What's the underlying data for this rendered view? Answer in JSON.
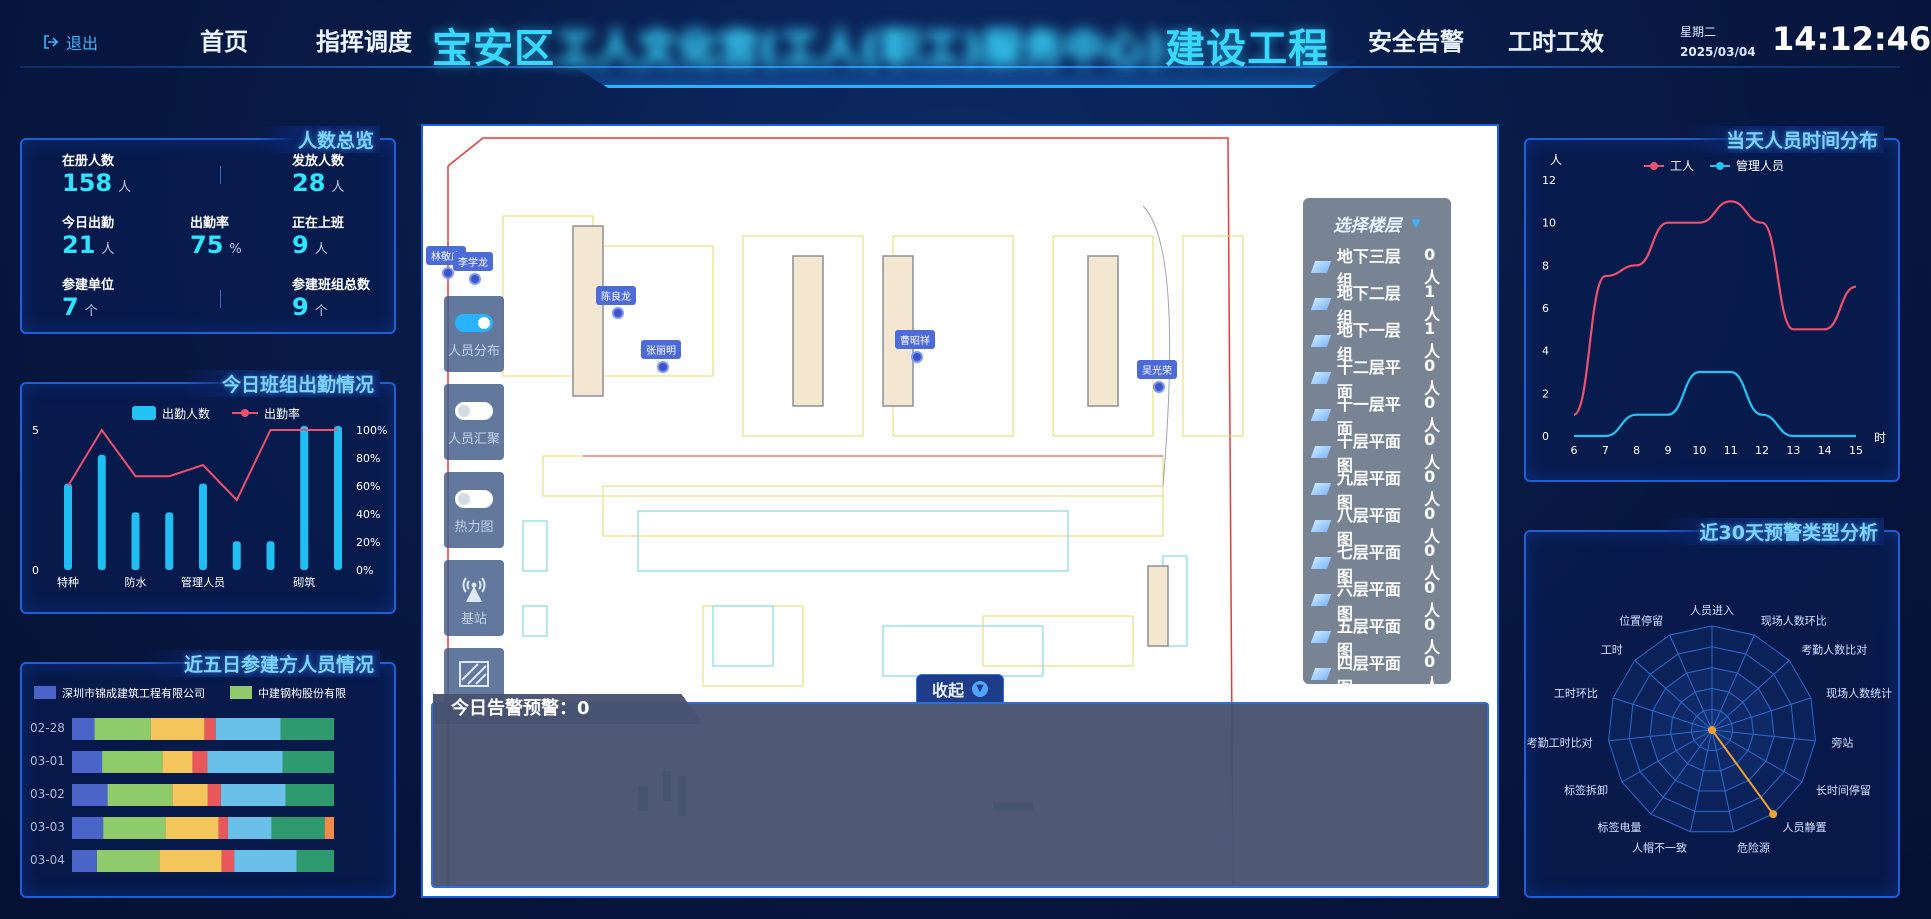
{
  "header": {
    "logout": "退出",
    "nav_left": [
      "首页",
      "指挥调度"
    ],
    "title_start": "宝安区",
    "title_blurred": "工人文化宫(工人(职工)服务中心)",
    "title_end": "建设工程",
    "nav_right": [
      "安全告警",
      "工时工效"
    ],
    "weekday": "星期二",
    "date": "2025/03/04",
    "time": "14:12:46"
  },
  "people_overview": {
    "title": "人数总览",
    "items": [
      {
        "label": "在册人数",
        "value": "158",
        "unit": "人"
      },
      {
        "label": "发放人数",
        "value": "28",
        "unit": "人"
      },
      {
        "label": "今日出勤",
        "value": "21",
        "unit": "人"
      },
      {
        "label": "出勤率",
        "value": "75",
        "unit": "%"
      },
      {
        "label": "正在上班",
        "value": "9",
        "unit": "人"
      },
      {
        "label": "参建单位",
        "value": "7",
        "unit": "个"
      },
      {
        "label": "参建班组总数",
        "value": "9",
        "unit": "个"
      }
    ]
  },
  "team_attendance": {
    "title": "今日班组出勤情况",
    "chart_data": {
      "type": "bar",
      "legend": [
        "出勤人数",
        "出勤率"
      ],
      "categories": [
        "特种",
        "",
        "防水",
        "",
        "管理人员",
        "",
        "",
        "砌筑",
        ""
      ],
      "series": [
        {
          "name": "出勤人数",
          "values": [
            3,
            4,
            2,
            2,
            3,
            1,
            1,
            5,
            5
          ]
        },
        {
          "name": "出勤率",
          "values": [
            60,
            100,
            67,
            67,
            75,
            50,
            100,
            100,
            100
          ]
        }
      ],
      "y_left_ticks": [
        "0",
        "5"
      ],
      "y_right_ticks": [
        "0%",
        "20%",
        "40%",
        "60%",
        "80%",
        "100%"
      ]
    }
  },
  "units_5days": {
    "title": "近五日参建方人员情况",
    "legend": [
      {
        "name": "深圳市锦成建筑工程有限公司",
        "color": "#4a64c8"
      },
      {
        "name": "中建钢构股份有限",
        "color": "#8fca6b"
      }
    ],
    "chart_data": {
      "type": "bar",
      "categories": [
        "02-28",
        "03-01",
        "03-02",
        "03-03",
        "03-04"
      ],
      "colors": [
        "#4a64c8",
        "#8fca6b",
        "#f4c55a",
        "#e8585a",
        "#69c0e8",
        "#2f9a6e",
        "#f08a4b"
      ],
      "rows": [
        [
          8,
          20,
          19,
          4,
          23,
          19,
          0
        ],
        [
          10,
          20,
          10,
          5,
          25,
          17,
          0
        ],
        [
          11,
          20,
          11,
          4,
          20,
          15,
          0
        ],
        [
          10,
          20,
          17,
          3,
          14,
          17,
          3
        ],
        [
          8,
          20,
          20,
          4,
          20,
          12,
          0
        ]
      ]
    }
  },
  "map": {
    "pins": [
      {
        "name": "林敬广"
      },
      {
        "name": "李学龙"
      },
      {
        "name": "陈良龙"
      },
      {
        "name": "张丽明"
      },
      {
        "name": "曹昭祥"
      },
      {
        "name": "吴光荣"
      }
    ],
    "tools": [
      {
        "label": "人员分布",
        "on": true
      },
      {
        "label": "人员汇聚",
        "on": false
      },
      {
        "label": "热力图",
        "on": false
      },
      {
        "label": "基站"
      },
      {
        "label": ""
      }
    ],
    "floor_title": "选择楼层",
    "floors": [
      {
        "name": "地下三层组",
        "count": "0人"
      },
      {
        "name": "地下二层组",
        "count": "1人"
      },
      {
        "name": "地下一层组",
        "count": "1人"
      },
      {
        "name": "十二层平面",
        "count": "0人"
      },
      {
        "name": "十一层平面",
        "count": "0人"
      },
      {
        "name": "十层平面图",
        "count": "0人"
      },
      {
        "name": "九层平面图",
        "count": "0人"
      },
      {
        "name": "八层平面图",
        "count": "0人"
      },
      {
        "name": "七层平面图",
        "count": "0人"
      },
      {
        "name": "六层平面图",
        "count": "0人"
      },
      {
        "name": "五层平面图",
        "count": "0人"
      },
      {
        "name": "四层平面图",
        "count": "0人"
      }
    ],
    "collapse": "收起",
    "alarm_title": "今日告警预警：",
    "alarm_count": "0"
  },
  "time_dist": {
    "title": "当天人员时间分布",
    "chart_data": {
      "type": "line",
      "ylabel": "人",
      "xlabel": "时",
      "x": [
        6,
        7,
        8,
        9,
        10,
        11,
        12,
        13,
        14,
        15
      ],
      "ylim": [
        0,
        12
      ],
      "y_ticks": [
        0,
        2,
        4,
        6,
        8,
        10,
        12
      ],
      "series": [
        {
          "name": "工人",
          "color": "#f0506e",
          "values": [
            1,
            7.5,
            8,
            10,
            10,
            11,
            10,
            5,
            5,
            7
          ]
        },
        {
          "name": "管理人员",
          "color": "#22c4f4",
          "values": [
            0,
            0,
            1,
            1,
            3,
            3,
            1,
            0,
            0,
            0
          ]
        }
      ]
    }
  },
  "warning_types": {
    "title": "近30天预警类型分析",
    "chart_data": {
      "type": "radar",
      "indicators": [
        "人员进入",
        "现场人数环比",
        "考勤人数比对",
        "现场人数统计",
        "旁站",
        "长时间停留",
        "人员静置",
        "危险源",
        "人帽不一致",
        "标签电量",
        "标签拆卸",
        "考勤工时比对",
        "工时环比",
        "工时",
        "位置停留"
      ],
      "values": [
        0,
        0,
        0,
        0,
        0,
        0,
        1,
        0,
        0,
        0,
        0,
        0,
        0,
        0,
        0
      ],
      "color": "#f0a030"
    }
  }
}
